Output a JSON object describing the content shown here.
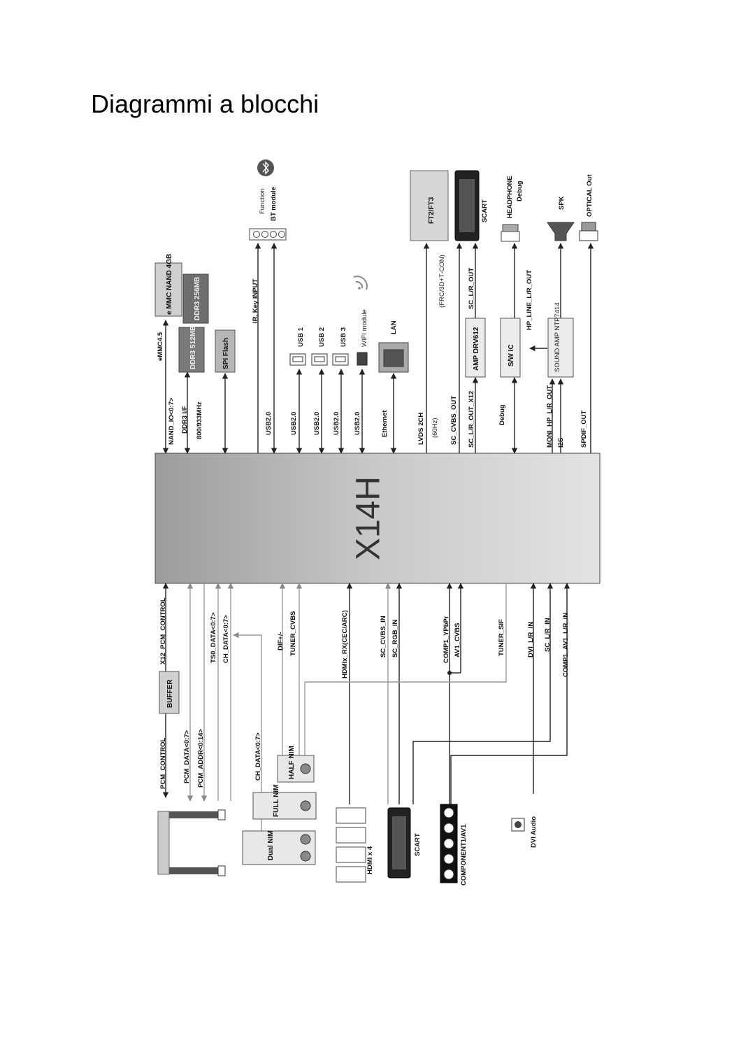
{
  "page": {
    "title": "Diagrammi a blocchi"
  },
  "chip": {
    "label": "X14H"
  },
  "top_labels": [
    "eMMC4.5",
    "NAND_IO<0:7>",
    "DDR3 I/F",
    "800/933MHz",
    "IR, Key INPUT",
    "USB2.0",
    "USB2.0",
    "USB2.0",
    "USB2.0",
    "USB2.0",
    "Ethernet",
    "LVDS 2CH",
    "(60Hz)",
    "SC_CVBS_OUT",
    "SC_L/R_OUT_X12",
    "Debug",
    "MONI_HP_L/R_OUT",
    "I2S",
    "SPDIF_OUT"
  ],
  "top_blocks": {
    "emmc": "e MMC NAND 4GB",
    "ddr3_a": "DDR3 256MB",
    "ddr3_b": "DDR3 512MB",
    "spi": "SPI Flash",
    "bt_function": "Function",
    "bt_module": "BT module",
    "usb1": "USB 1",
    "usb2": "USB 2",
    "usb3": "USB 3",
    "wifi": "WIFI module",
    "lan": "LAN",
    "ft": "FT2/FT3",
    "frc": "(FRC/3D+T-CON)",
    "scart": "SCART",
    "sc_lr_out": "SC_L/R_OUT",
    "amp": "AMP DRV612",
    "headphone": "HEADPHONE",
    "headphone_debug": "Debug",
    "swic": "S/W IC",
    "hp_line": "HP_LINE_L/R_OUT",
    "sound_amp": "SOUND AMP NTP7414",
    "spk": "SPK",
    "optical": "OPTICAL Out"
  },
  "bottom_labels": [
    "X12_PCM_CONTROL",
    "TS0_DATA<0:7>",
    "CH_DATA<0:7>",
    "DIF+/-",
    "TUNER_CVBS",
    "HDMIx_RX(CEC/ARC)",
    "SC_CVBS_IN",
    "SC_RGB_IN",
    "COMP1_YPbPr",
    "AV1_CVBS",
    "TUNER_SIF",
    "DVI_L/R_IN",
    "SC_L/R_IN",
    "COMP1_AV1_L/R_IN"
  ],
  "bottom_blocks": {
    "buffer": "BUFFER",
    "pcm_control": "PCM_CONTROL",
    "pcm_data": "PCM_DATA<0:7>",
    "pcm_addr": "PCM_ADDR<0:14>",
    "ch_data2": "CH_DATA<0:7>",
    "half_nim": "HALF NIM",
    "full_nim": "FULL NIM",
    "dual_nim": "Dual NIM",
    "hdmi": "HDMI x 4",
    "scart_in": "SCART",
    "component": "COMPONENT1/AV1",
    "dvi_audio": "DVI Audio"
  }
}
